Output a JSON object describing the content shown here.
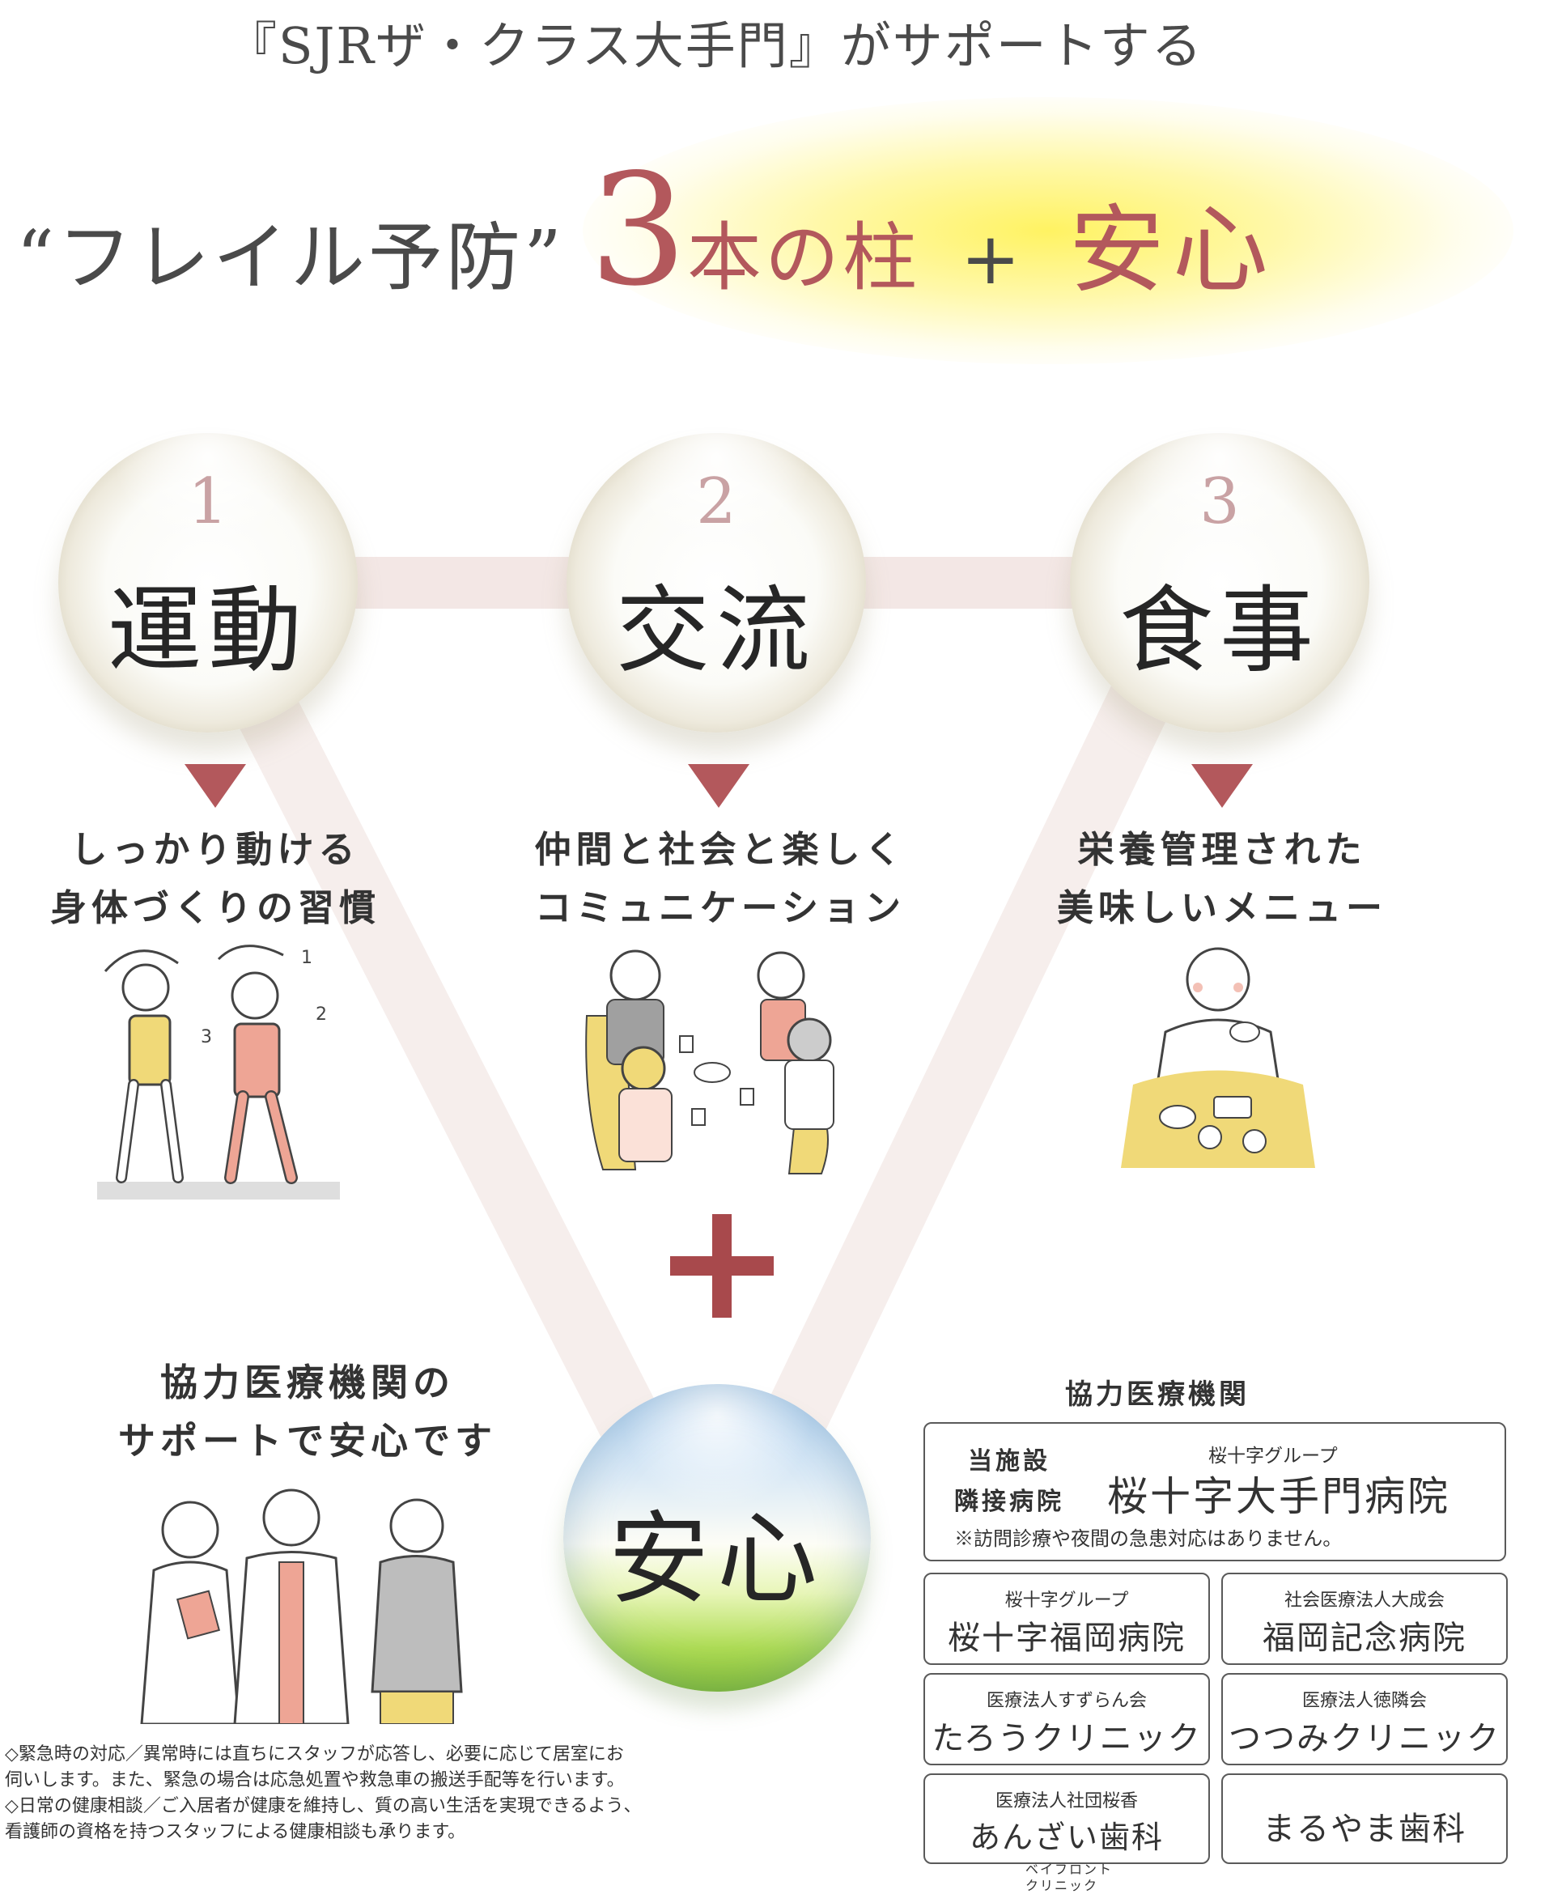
{
  "header": {
    "subtitle": "『SJRザ・クラス大手門』がサポートする",
    "frail": "“フレイル予防”",
    "num": "3",
    "pillars": "本の柱",
    "plus": "+",
    "anshin": "安心"
  },
  "pillars": [
    {
      "num": "1",
      "label": "運動",
      "caption_line1": "しっかり動ける",
      "caption_line2": "身体づくりの習慣"
    },
    {
      "num": "2",
      "label": "交流",
      "caption_line1": "仲間と社会と楽しく",
      "caption_line2": "コミュニケーション"
    },
    {
      "num": "3",
      "label": "食事",
      "caption_line1": "栄養管理された",
      "caption_line2": "美味しいメニュー"
    }
  ],
  "anshin_sphere": "安心",
  "support": {
    "title_line1": "協力医療機関の",
    "title_line2": "サポートで安心です",
    "notes": [
      "◇緊急時の対応／異常時には直ちにスタッフが応答し、必要に応じて居室にお",
      "伺いします。また、緊急の場合は応急処置や救急車の搬送手配等を行います。",
      "◇日常の健康相談／ご入居者が健康を維持し、質の高い生活を実現できるよう、",
      "看護師の資格を持つスタッフによる健康相談も承ります。"
    ]
  },
  "cooperation": {
    "title": "協力医療機関",
    "main": {
      "left_line1": "当施設",
      "left_line2": "隣接病院",
      "group": "桜十字グループ",
      "name": "桜十字大手門病院",
      "note": "※訪問診療や夜間の急患対応はありません。"
    },
    "clinics": [
      {
        "small": "桜十字グループ",
        "name": "桜十字福岡病院"
      },
      {
        "small": "社会医療法人大成会",
        "name": "福岡記念病院"
      },
      {
        "small": "医療法人すずらん会",
        "name": "たろうクリニック"
      },
      {
        "small": "医療法人徳隣会",
        "name": "つつみクリニック"
      },
      {
        "small": "医療法人社団桜香",
        "name": "あんざい歯科",
        "sub_line1": "ベイフロント",
        "sub_line2": "クリニック"
      },
      {
        "small": "",
        "name": "まるやま歯科"
      }
    ]
  },
  "illustration_labels": {
    "count_1": "1",
    "count_2": "2",
    "count_3": "3"
  },
  "colors": {
    "accent": "#b3585c",
    "triangle": "#f3e7e5",
    "highlight": "#fff25a",
    "illustration_yellow": "#f0d978",
    "illustration_pink": "#eea595"
  }
}
